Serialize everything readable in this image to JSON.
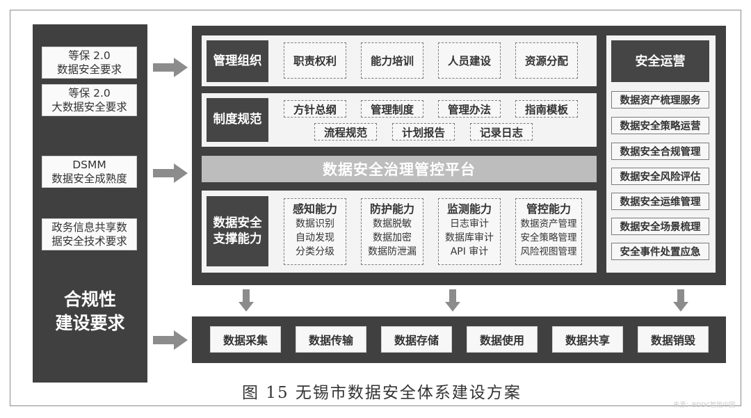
{
  "requirements": {
    "items": [
      [
        "等保 2.0",
        "数据安全要求"
      ],
      [
        "等保 2.0",
        "大数据安全要求"
      ],
      [
        "DSMM",
        "数据安全成熟度"
      ],
      [
        "政务信息共享数",
        "据安全技术要求"
      ]
    ],
    "title_lines": [
      "合规性",
      "建设要求"
    ]
  },
  "management_org": {
    "label": "管理组织",
    "items": [
      "职责权利",
      "能力培训",
      "人员建设",
      "资源分配"
    ]
  },
  "policy": {
    "label": "制度规范",
    "row1": [
      "方针总纲",
      "管理制度",
      "管理办法",
      "指南模板"
    ],
    "row2": [
      "流程规范",
      "计划报告",
      "记录日志"
    ]
  },
  "platform": {
    "label": "数据安全治理管控平台"
  },
  "support": {
    "label_lines": [
      "数据安全",
      "支撑能力"
    ],
    "capabilities": [
      {
        "title": "感知能力",
        "items": [
          "数据识别",
          "自动发现",
          "分类分级"
        ]
      },
      {
        "title": "防护能力",
        "items": [
          "数据脱敏",
          "数据加密",
          "数据防泄漏"
        ]
      },
      {
        "title": "监测能力",
        "items": [
          "日志审计",
          "数据库审计",
          "API 审计"
        ]
      },
      {
        "title": "管控能力",
        "items": [
          "数据资产管理",
          "安全策略管理",
          "风险视图管理"
        ]
      }
    ]
  },
  "operations": {
    "title": "安全运营",
    "items": [
      "数据资产梳理服务",
      "数据安全策略运营",
      "数据安全合规管理",
      "数据安全风险评估",
      "数据安全运维管理",
      "数据安全场景梳理",
      "安全事件处置应急"
    ]
  },
  "lifecycle": {
    "items": [
      "数据采集",
      "数据传输",
      "数据存储",
      "数据使用",
      "数据共享",
      "数据销毁"
    ]
  },
  "caption": "图 15  无锡市数据安全体系建设方案",
  "watermark": "来源：BDDC智能中国",
  "colors": {
    "dark": "#404040",
    "panel": "#f3f3f3",
    "platform": "#bdbdbd",
    "arrow": "#8c8c8c"
  }
}
